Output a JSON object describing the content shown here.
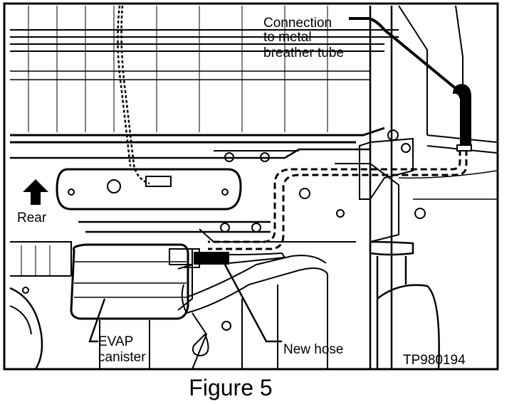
{
  "figure": {
    "caption": "Figure 5",
    "code": "TP980194"
  },
  "labels": {
    "connection_line1": "Connection",
    "connection_line2": "to metal",
    "connection_line3": "breather tube",
    "rear": "Rear",
    "evap_line1": "EVAP",
    "evap_line2": "canister",
    "new_hose": "New hose"
  }
}
